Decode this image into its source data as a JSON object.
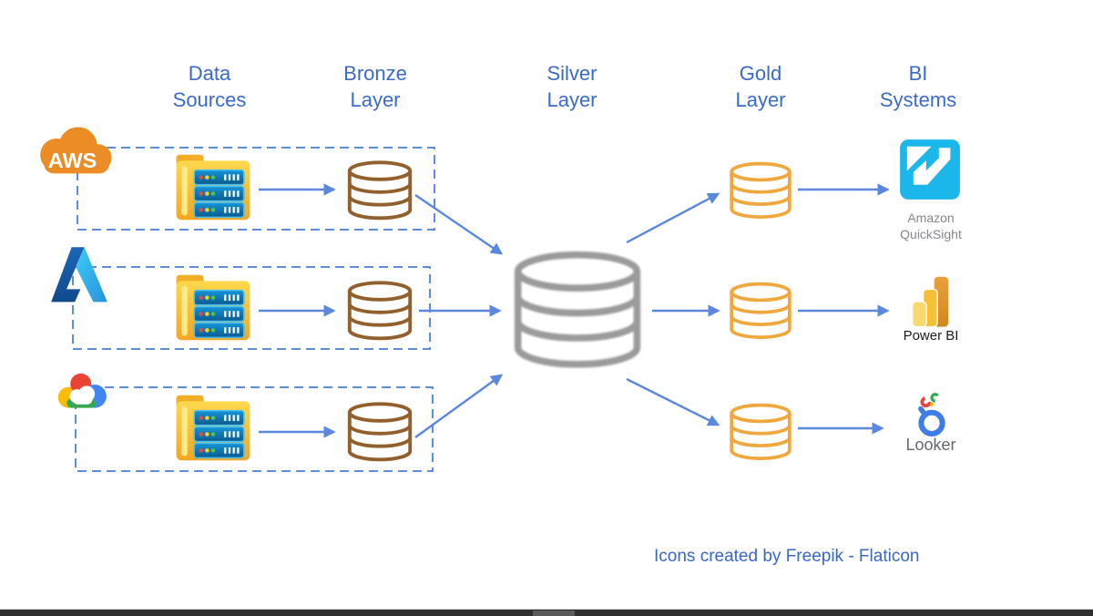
{
  "columns": [
    {
      "line1": "Data",
      "line2": "Sources"
    },
    {
      "line1": "Bronze",
      "line2": "Layer"
    },
    {
      "line1": "Silver",
      "line2": "Layer"
    },
    {
      "line1": "Gold",
      "line2": "Layer"
    },
    {
      "line1": "BI",
      "line2": "Systems"
    }
  ],
  "sources": [
    {
      "name": "AWS",
      "cloud_label": "AWS"
    },
    {
      "name": "Microsoft Azure"
    },
    {
      "name": "Google Cloud"
    }
  ],
  "bi_systems": [
    {
      "name": "Amazon QuickSight",
      "label_line1": "Amazon",
      "label_line2": "QuickSight"
    },
    {
      "name": "Power BI",
      "label": "Power BI"
    },
    {
      "name": "Looker",
      "label": "Looker"
    }
  ],
  "footer": {
    "credit": "Icons created by Freepik - Flaticon"
  },
  "colors": {
    "header_text": "#3A6BC8",
    "arrow_blue": "#5B87DD",
    "dashed_box_blue": "#5E8CDF",
    "bronze": "#92602C",
    "silver": "#9B9B9B",
    "gold": "#F0A73C",
    "aws_orange": "#EC8C24",
    "quicksight_cyan": "#1BB6EA",
    "footer_text": "#3768C8"
  }
}
